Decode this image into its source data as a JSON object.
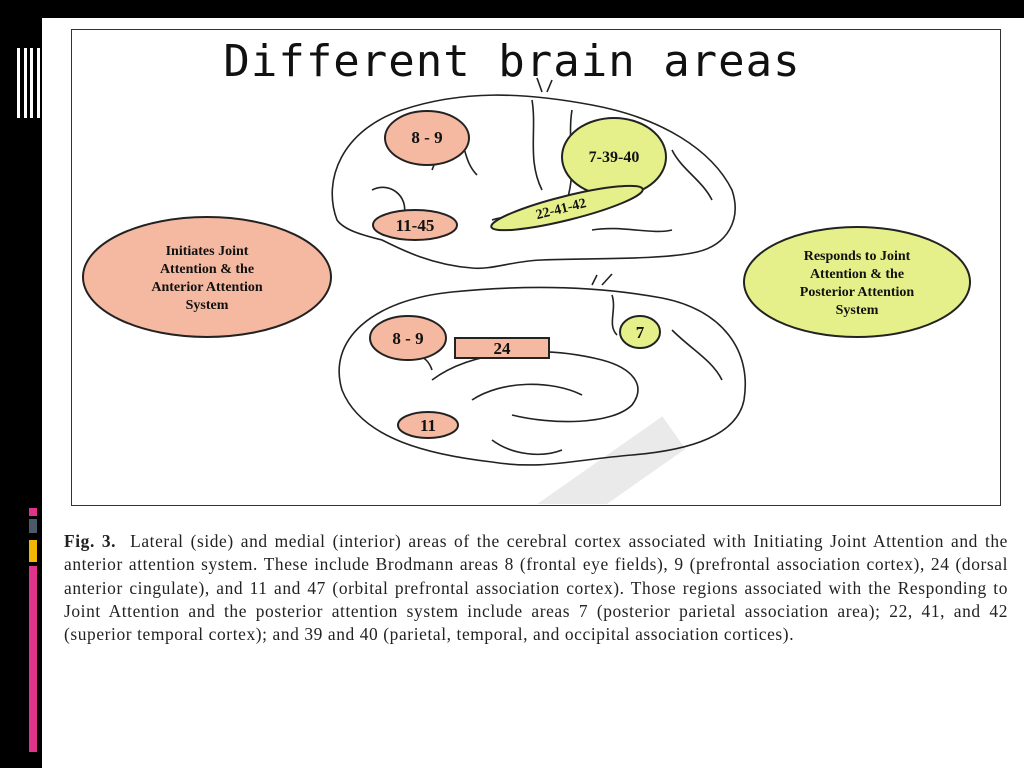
{
  "slide": {
    "title": "Different brain areas"
  },
  "diagram": {
    "lateral_labels": {
      "area_8_9": "8 - 9",
      "area_7_39_40": "7-39-40",
      "area_22_41_42": "22-41-42",
      "area_11_45": "11-45"
    },
    "medial_labels": {
      "area_8_9": "8 - 9",
      "area_24": "24",
      "area_7": "7",
      "area_11": "11"
    },
    "callouts": {
      "initiates": [
        "Initiates Joint",
        "Attention & the",
        "Anterior Attention",
        "System"
      ],
      "responds": [
        "Responds to Joint",
        "Attention & the",
        "Posterior Attention",
        "System"
      ]
    },
    "colors": {
      "anterior": "#f4b9a0",
      "posterior": "#e6f08a"
    }
  },
  "caption": {
    "prefix": "Fig. 3.",
    "text": "Lateral (side) and medial (interior) areas of the cerebral cortex associated with Initiating Joint Attention and the anterior attention system. These include Brodmann areas 8 (frontal eye fields), 9 (prefrontal association cortex), 24 (dorsal anterior cingulate), and 11 and 47 (orbital prefrontal association cortex). Those regions associated with the Responding to Joint Attention and the posterior attention system include areas 7 (posterior parietal association area); 22, 41, and 42 (superior temporal cortex); and 39 and 40 (parietal, temporal, and occipital association cortices)."
  }
}
